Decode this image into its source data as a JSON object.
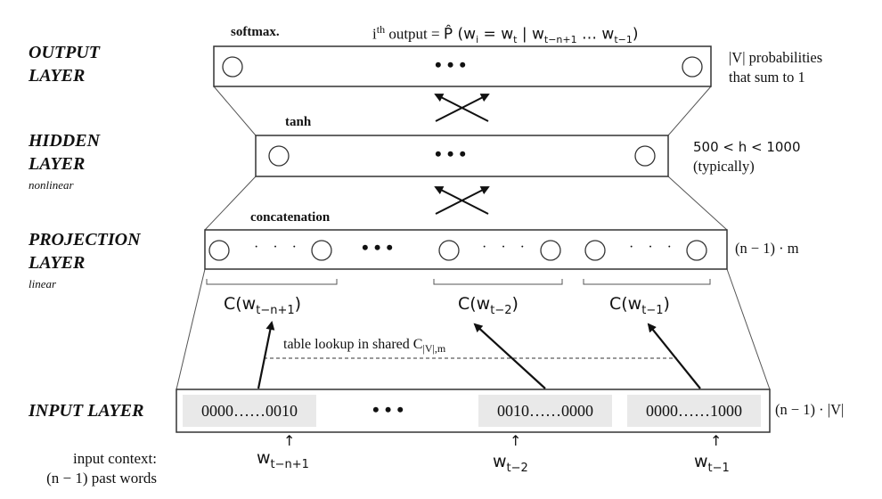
{
  "layers": {
    "output": {
      "label_line1": "OUTPUT",
      "label_line2": "LAYER",
      "function": "softmax.",
      "note_line1": "|V| probabilities",
      "note_line2": "that sum to 1"
    },
    "hidden": {
      "label_line1": "HIDDEN",
      "label_line2": "LAYER",
      "sub": "nonlinear",
      "function": "tanh",
      "note_line1": "500 < h < 1000",
      "note_line2": "(typically)"
    },
    "projection": {
      "label_line1": "PROJECTION",
      "label_line2": "LAYER",
      "sub": "linear",
      "function": "concatenation",
      "note": "(n − 1) · m"
    },
    "input": {
      "label": "INPUT LAYER",
      "note": "(n − 1) · |V|"
    }
  },
  "output_formula": {
    "i": "i",
    "th": "th",
    "text": " output = ",
    "P": "P̂",
    "open": " (w",
    "sub_i": "i",
    "eq": " = w",
    "sub_t": "t",
    "bar": " | w",
    "sub_1": "t−n+1",
    "mid": " … w",
    "sub_2": "t−1",
    "close": ")"
  },
  "lookup_note": {
    "text": "table lookup in shared C",
    "sub": "|V|,m"
  },
  "onehot_vectors": [
    "0000……0010",
    "0010……0000",
    "0000……1000"
  ],
  "embeddings": [
    {
      "prefix": "C(w",
      "sub": "t−n+1",
      "suffix": ")"
    },
    {
      "prefix": "C(w",
      "sub": "t−2",
      "suffix": ")"
    },
    {
      "prefix": "C(w",
      "sub": "t−1",
      "suffix": ")"
    }
  ],
  "context_words": [
    {
      "w": "w",
      "sub": "t−n+1"
    },
    {
      "w": "w",
      "sub": "t−2"
    },
    {
      "w": "w",
      "sub": "t−1"
    }
  ],
  "uparrow_glyph": "↑",
  "input_context": {
    "line1": "input context:",
    "line2": "(n − 1) past words"
  },
  "ellipsis_big": "•••",
  "ellipsis_small": "· · ·"
}
